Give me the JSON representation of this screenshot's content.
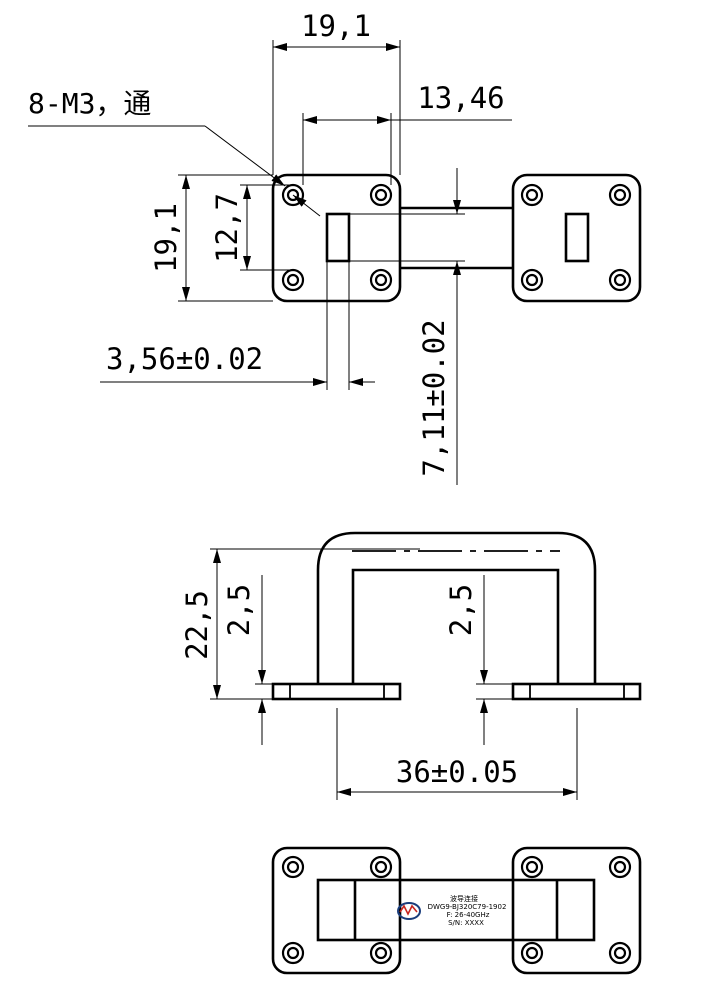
{
  "dimensions": {
    "flange_width": "19,1",
    "hole_spacing": "13,46",
    "hole_note": "8-M3，通",
    "flange_height": "19,1",
    "inner_height": "12,7",
    "slot_width": "3,56±0.02",
    "slot_height": "7,11±0.02",
    "total_height": "22,5",
    "flange_thickness_left": "2,5",
    "flange_thickness_right": "2,5",
    "port_spacing": "36±0.05"
  },
  "label": {
    "line1": "波导连接",
    "line2": "DWG9-BJ320C79-1902",
    "line3": "F: 26-40GHz",
    "line4": "S/N: XXXX"
  }
}
